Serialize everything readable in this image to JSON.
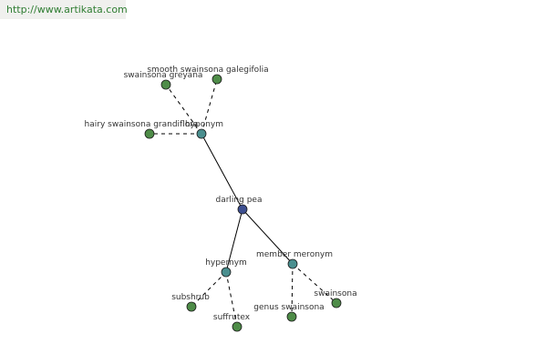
{
  "header": {
    "url": "http://www.artikata.com"
  },
  "colors": {
    "center": "#3d4f91",
    "relation": "#4a8f8f",
    "leaf": "#4e8c48",
    "edge": "#000000",
    "url_text": "#2f7d32"
  },
  "graph": {
    "nodes": [
      {
        "id": "center",
        "label": "darling pea",
        "kind": "center"
      },
      {
        "id": "hyponym",
        "label": "hyponym",
        "kind": "relation"
      },
      {
        "id": "hypernym",
        "label": "hypernym",
        "kind": "relation"
      },
      {
        "id": "member",
        "label": "member meronym",
        "kind": "relation"
      },
      {
        "id": "greyana",
        "label": "swainsona greyana",
        "kind": "leaf"
      },
      {
        "id": "galeg",
        "label": "smooth swainsona galegifolia",
        "kind": "leaf"
      },
      {
        "id": "grandi",
        "label": "hairy swainsona grandiflora",
        "kind": "leaf"
      },
      {
        "id": "subshrub",
        "label": "subshrub",
        "kind": "leaf"
      },
      {
        "id": "suffrutex",
        "label": "suffrutex",
        "kind": "leaf"
      },
      {
        "id": "genus",
        "label": "genus swainsona",
        "kind": "leaf"
      },
      {
        "id": "swainsona",
        "label": "swainsona",
        "kind": "leaf"
      }
    ],
    "edges": [
      {
        "from": "center",
        "to": "hyponym",
        "style": "solid"
      },
      {
        "from": "center",
        "to": "hypernym",
        "style": "solid"
      },
      {
        "from": "center",
        "to": "member",
        "style": "solid"
      },
      {
        "from": "hyponym",
        "to": "greyana",
        "style": "dashed"
      },
      {
        "from": "hyponym",
        "to": "galeg",
        "style": "dashed"
      },
      {
        "from": "hyponym",
        "to": "grandi",
        "style": "dashed"
      },
      {
        "from": "hypernym",
        "to": "subshrub",
        "style": "dashed"
      },
      {
        "from": "hypernym",
        "to": "suffrutex",
        "style": "dashed"
      },
      {
        "from": "member",
        "to": "genus",
        "style": "dashed"
      },
      {
        "from": "member",
        "to": "swainsona",
        "style": "dashed"
      }
    ]
  }
}
